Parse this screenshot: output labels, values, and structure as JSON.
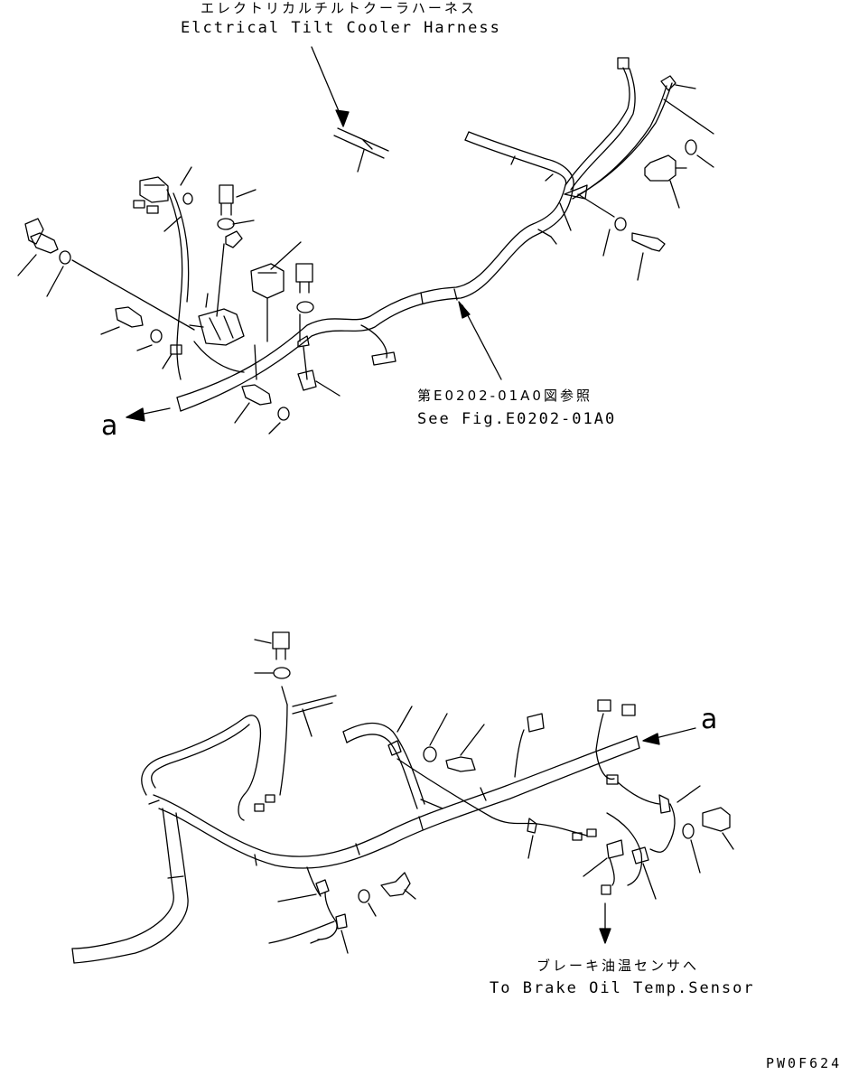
{
  "labels": {
    "harness_jp": "エレクトリカルチルトクーラハーネス",
    "harness_en": "Elctrical Tilt Cooler Harness",
    "ref_jp": "第E0202-01A0図参照",
    "ref_en": "See Fig.E0202-01A0",
    "a_top": "a",
    "a_bottom": "a",
    "brake_jp": "ブレーキ油温センサへ",
    "brake_en": "To Brake Oil Temp.Sensor",
    "drawing_code": "PW0F624"
  }
}
